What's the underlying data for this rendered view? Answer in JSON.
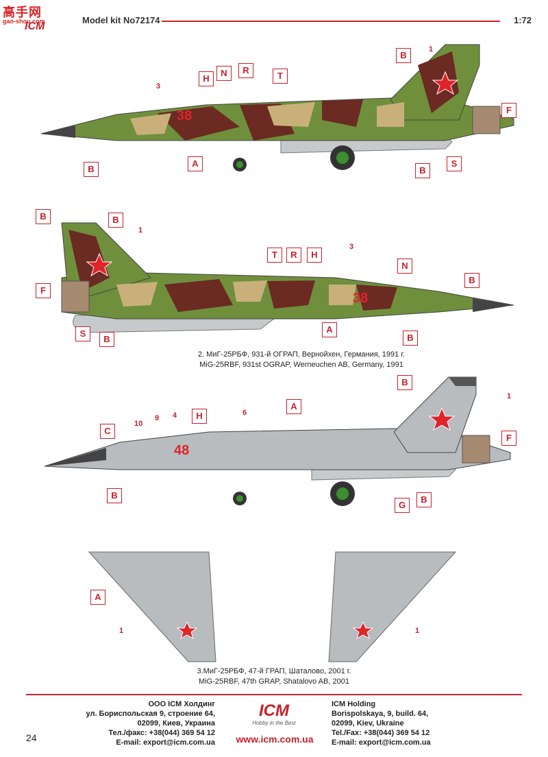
{
  "header": {
    "model_kit": "Model kit No72174",
    "scale": "1:72",
    "watermark_text": "高手网",
    "watermark_sub": "gao-shou.com",
    "logo_text": "ICM"
  },
  "colors": {
    "accent": "#c8202a",
    "camo_brown": "#6b2a22",
    "camo_green": "#6f8f3c",
    "camo_tan": "#c9b07a",
    "gray_scheme": "#b8bcbf",
    "star_red": "#e0242a"
  },
  "profile1": {
    "tail_number": "38",
    "labels": {
      "B1": "B",
      "N": "N",
      "R": "R",
      "T": "T",
      "H": "H",
      "F": "F",
      "S": "S",
      "A": "A",
      "B2": "B",
      "B3": "B"
    },
    "numbers": {
      "n1": "1",
      "n3": "3"
    }
  },
  "profile2": {
    "tail_number": "38",
    "labels": {
      "B1": "B",
      "B2": "B",
      "F": "F",
      "S": "S",
      "B3": "B",
      "T": "T",
      "R": "R",
      "H": "H",
      "N": "N",
      "B4": "B",
      "A": "A",
      "B5": "B"
    },
    "numbers": {
      "n1": "1",
      "n3": "3"
    }
  },
  "caption2": {
    "line_ru": "2. МиГ-25РБФ, 931-й ОГРАП, Вернойхен, Германия, 1991 г.",
    "line_en": "MiG-25RBF, 931st OGRAP, Werneuchen AB, Germany, 1991"
  },
  "profile3": {
    "tail_number": "48",
    "labels": {
      "B1": "B",
      "A": "A",
      "H": "H",
      "C": "C",
      "F": "F",
      "B2": "B",
      "G": "G",
      "B3": "B"
    },
    "numbers": {
      "n1": "1",
      "n4": "4",
      "n6": "6",
      "n9": "9",
      "n10": "10"
    }
  },
  "wings": {
    "label_A": "A",
    "left_num": "1",
    "right_num": "1"
  },
  "caption3": {
    "line_ru": "3.МиГ-25РБФ, 47-й ГРАП, Шаталово, 2001 г.",
    "line_en": "MiG-25RBF, 47th GRAP, Shatalovo AB, 2001"
  },
  "footer": {
    "ru": [
      "ООО ICM Холдинг",
      "ул. Бориспольская 9, строение 64,",
      "02099, Киев, Украина",
      "Тел./факс: +38(044) 369 54 12",
      "E-mail: export@icm.com.ua"
    ],
    "en": [
      "ICM Holding",
      "Borispolskaya, 9, build. 64,",
      "02099, Kiev, Ukraine",
      "Tel./Fax: +38(044) 369 54 12",
      "E-mail: export@icm.com.ua"
    ],
    "url": "www.icm.com.ua",
    "logo_text": "ICM",
    "logo_tagline": "Hobby in the Best",
    "page_number": "24"
  }
}
